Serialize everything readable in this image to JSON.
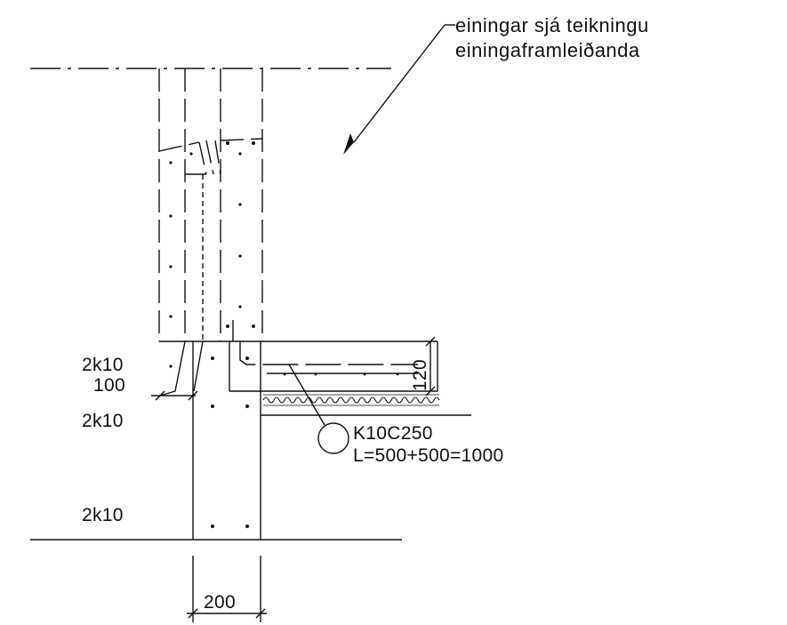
{
  "annotation": {
    "line1": "einingar sjá teikningu",
    "line2": "einingaframleiðanda"
  },
  "labels": {
    "rebar_top": "2k10",
    "dim_100": "100",
    "rebar_mid": "2k10",
    "rebar_bottom": "2k10",
    "dim_120": "120",
    "dim_200": "200"
  },
  "rebar_callout": {
    "mark": "K10C250",
    "length": "L=500+500=1000"
  },
  "colors": {
    "line": "#111111",
    "background": "#ffffff"
  }
}
